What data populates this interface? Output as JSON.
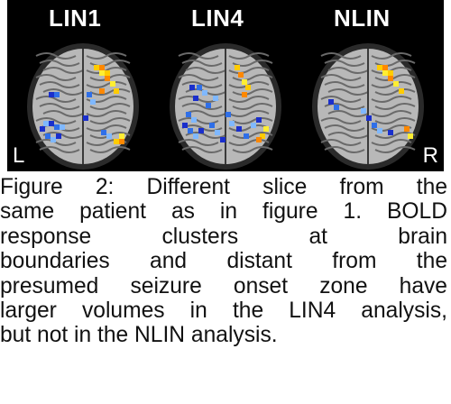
{
  "figure": {
    "panels": [
      {
        "label": "LIN1"
      },
      {
        "label": "LIN4"
      },
      {
        "label": "NLIN"
      }
    ],
    "left_marker": "L",
    "right_marker": "R",
    "colors": {
      "background": "#000000",
      "activation_hot": [
        "#ffcc00",
        "#ff8800",
        "#ffee33"
      ],
      "activation_cold": [
        "#1a2fcc",
        "#2f6fe8",
        "#7fb8ff"
      ]
    }
  },
  "caption": {
    "lines": [
      "Figure 2: Different slice from the",
      "same patient as in figure 1. BOLD",
      "response clusters at brain",
      "boundaries and distant from the",
      "presumed seizure onset zone have",
      "larger volumes in the LIN4 analysis,",
      "but not in the NLIN analysis."
    ]
  }
}
